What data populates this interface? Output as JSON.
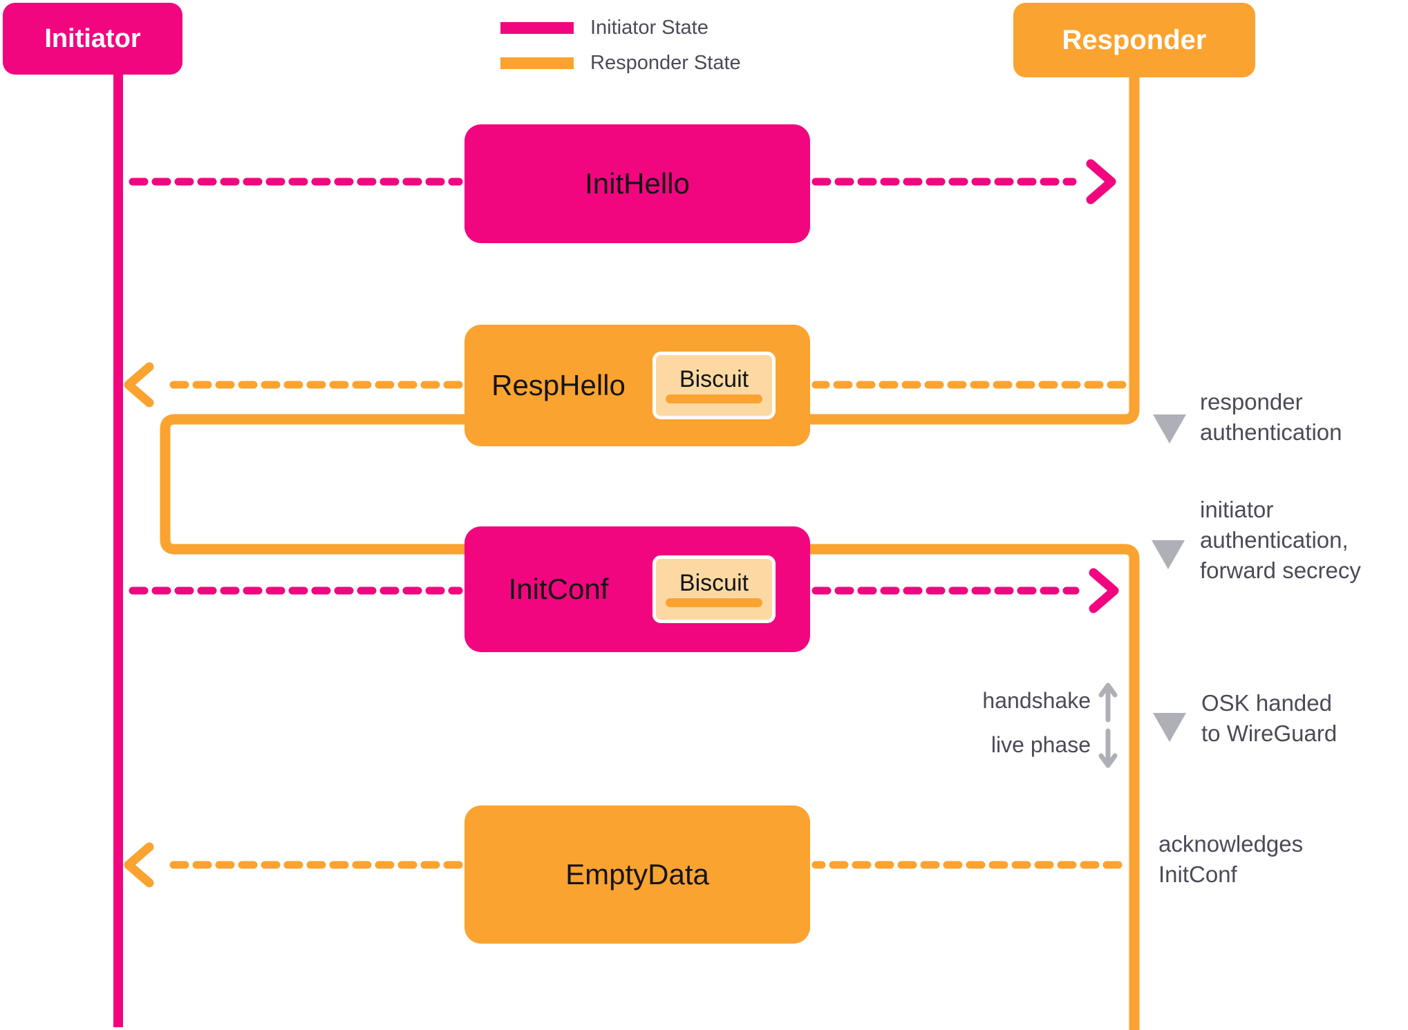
{
  "colors": {
    "pink": "#F1067F",
    "orange": "#FBA330",
    "peach": "#FCD9A3",
    "ink": "#141414",
    "annotation": "#4B4A57",
    "gray": "#AFAFB7",
    "white": "#FFFFFF"
  },
  "actors": {
    "initiator": "Initiator",
    "responder": "Responder"
  },
  "legend": {
    "items": [
      {
        "label": "Initiator State",
        "color": "pink"
      },
      {
        "label": "Responder State",
        "color": "orange"
      }
    ]
  },
  "messages": [
    {
      "name": "InitHello",
      "owner": "initiator",
      "direction": "right",
      "biscuit": false
    },
    {
      "name": "RespHello",
      "owner": "responder",
      "direction": "left",
      "biscuit": true,
      "biscuit_label": "Biscuit"
    },
    {
      "name": "InitConf",
      "owner": "initiator",
      "direction": "right",
      "biscuit": true,
      "biscuit_label": "Biscuit"
    },
    {
      "name": "EmptyData",
      "owner": "responder",
      "direction": "left",
      "biscuit": false
    }
  ],
  "annotations": [
    {
      "lines": [
        "responder",
        "authentication"
      ],
      "marker": "gray-triangle"
    },
    {
      "lines": [
        "initiator",
        "authentication,",
        "forward secrecy"
      ],
      "marker": "gray-triangle"
    },
    {
      "lines": [
        "OSK handed",
        "to WireGuard"
      ],
      "marker": "gray-triangle"
    },
    {
      "lines": [
        "acknowledges",
        "InitConf"
      ],
      "marker": "none"
    }
  ],
  "phase": {
    "top": "handshake",
    "bottom": "live phase"
  }
}
